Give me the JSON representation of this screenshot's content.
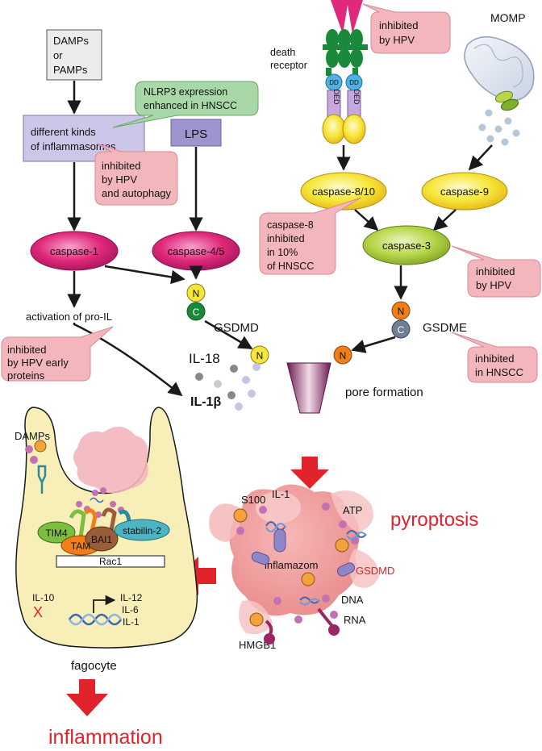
{
  "inputs": {
    "damps_pamps": [
      "DAMPs",
      "or",
      "PAMPs"
    ],
    "lps": "LPS",
    "inflammasomes": [
      "different kinds",
      "of inflammasomes"
    ],
    "nlrp3_note": [
      "NLRP3 expression",
      "enhanced in HNSCC"
    ]
  },
  "apoptosis": {
    "death_receptor": [
      "death",
      "receptor"
    ],
    "dd": "DD",
    "ded": "DED",
    "momp": "MOMP"
  },
  "caspases": {
    "c1": "caspase-1",
    "c45": "caspase-4/5",
    "c810": "caspase-8/10",
    "c9": "caspase-9",
    "c3": "caspase-3"
  },
  "notes": {
    "hpv_receptor": [
      "inhibited",
      "by HPV"
    ],
    "hpv_autophagy": [
      "inhibited",
      "by HPV",
      "and autophagy"
    ],
    "casp8": [
      "caspase-8",
      "inhibited",
      "in 10%",
      "of HNSCC"
    ],
    "hpv_casp3": [
      "inhibited",
      "by HPV"
    ],
    "hpv_early": [
      "inhibited",
      "by HPV early",
      "proteins"
    ],
    "hnscc_gsdme": [
      "inhibited",
      "in HNSCC"
    ]
  },
  "gasdermin": {
    "n": "N",
    "c": "C",
    "gsdmd": "GSDMD",
    "gsdme": "GSDME"
  },
  "cytokines": {
    "activation": "activation of pro-IL",
    "il18": "IL-18",
    "il1b": "IL-1β"
  },
  "pore": "pore formation",
  "pyroptosis": {
    "title": "pyroptosis",
    "s100": "S100",
    "il1": "IL-1",
    "atp": "ATP",
    "inflamazom": "inflamazom",
    "gsdmd": "GSDMD",
    "dna": "DNA",
    "rna": "RNA",
    "hmgb1": "HMGB1"
  },
  "fagocyte": {
    "damps": "DAMPs",
    "tim4": "TIM4",
    "tam": "TAM",
    "bai1": "BAI1",
    "stabilin": "stabilin-2",
    "rac1": "Rac1",
    "il10": "IL-10",
    "x_mark": "X",
    "il12": "IL-12",
    "il6": "IL-6",
    "il1": "IL-1",
    "label": "fagocyte"
  },
  "outcome": "inflammation",
  "colors": {
    "caspase1": "#e0297a",
    "caspase_yellow": "#f7e63a",
    "caspase3": "#9cc43a",
    "note_pink": "#f3b6bd",
    "note_green": "#a9d8a8",
    "inflammasome_box": "#ccc7e8",
    "red_text": "#e0232b",
    "red_arrow": "#e0232b"
  }
}
